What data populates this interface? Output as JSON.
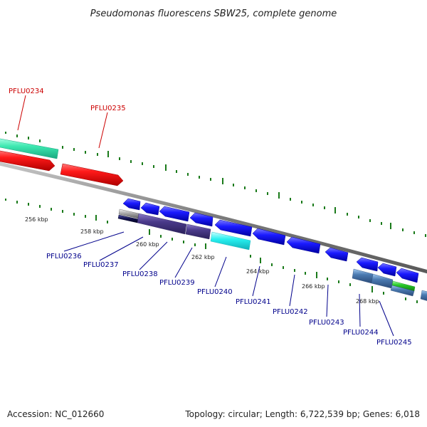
{
  "title": "Pseudomonas fluorescens SBW25, complete genome",
  "footer": {
    "accession": "Accession: NC_012660",
    "stats": "Topology: circular; Length: 6,722,539 bp; Genes: 6,018"
  },
  "scale_labels": [
    "256 kbp",
    "258 kbp",
    "260 kbp",
    "262 kbp",
    "264 kbp",
    "266 kbp",
    "268 kbp"
  ],
  "gene_labels": {
    "pflu0234": "PFLU0234",
    "pflu0235": "PFLU0235",
    "pflu0236": "PFLU0236",
    "pflu0237": "PFLU0237",
    "pflu0238": "PFLU0238",
    "pflu0239": "PFLU0239",
    "pflu0240": "PFLU0240",
    "pflu0241": "PFLU0241",
    "pflu0242": "PFLU0242",
    "pflu0243": "PFLU0243",
    "pflu0244": "PFLU0244",
    "pflu0245": "PFLU0245"
  },
  "colors": {
    "backbone": "#8a8a8a",
    "tick": "#1a7a1a",
    "red_gene": "#e8141a",
    "teal_gene": "#3de8b0",
    "blue_gene": "#1414e0",
    "cyan_gene": "#28f0f0",
    "purple_gene": "#4a3a8a",
    "steel_gene": "#4a7ab0",
    "green_gene": "#28c828",
    "red_label": "#cc0000",
    "blue_label": "#00008b"
  }
}
